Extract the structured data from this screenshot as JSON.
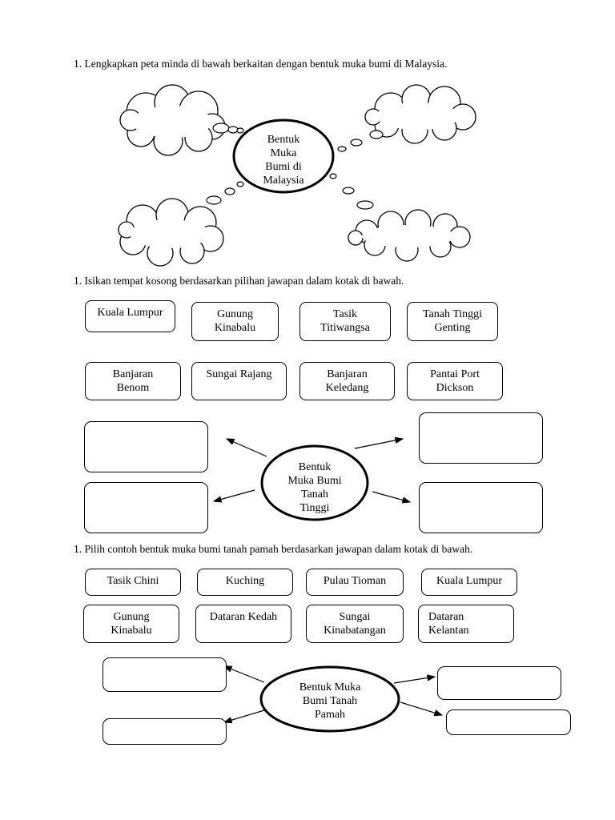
{
  "section1": {
    "question": "1. Lengkapkan peta minda di bawah berkaitan dengan bentuk muka bumi di Malaysia.",
    "center": "Bentuk\nMuka\nBumi di\nMalaysia"
  },
  "section2": {
    "question": "1. Isikan tempat kosong berdasarkan pilihan jawapan dalam kotak di bawah.",
    "options": [
      "Kuala Lumpur",
      "Gunung\nKinabalu",
      "Tasik\nTitiwangsa",
      "Tanah Tinggi\nGenting",
      "Banjaran\nBenom",
      "Sungai Rajang",
      "Banjaran\nKeledang",
      "Pantai Port\nDickson"
    ],
    "center": "Bentuk\nMuka Bumi\nTanah\nTinggi"
  },
  "section3": {
    "question": "1. Pilih contoh bentuk muka bumi tanah pamah berdasarkan jawapan dalam kotak di bawah.",
    "options": [
      "Tasik Chini",
      "Kuching",
      "Pulau Tioman",
      "Kuala Lumpur",
      "Gunung\nKinabalu",
      "Dataran Kedah",
      "Sungai\nKinabatangan",
      "Dataran\nKelantan"
    ],
    "center": "Bentuk Muka\nBumi Tanah\nPamah"
  }
}
